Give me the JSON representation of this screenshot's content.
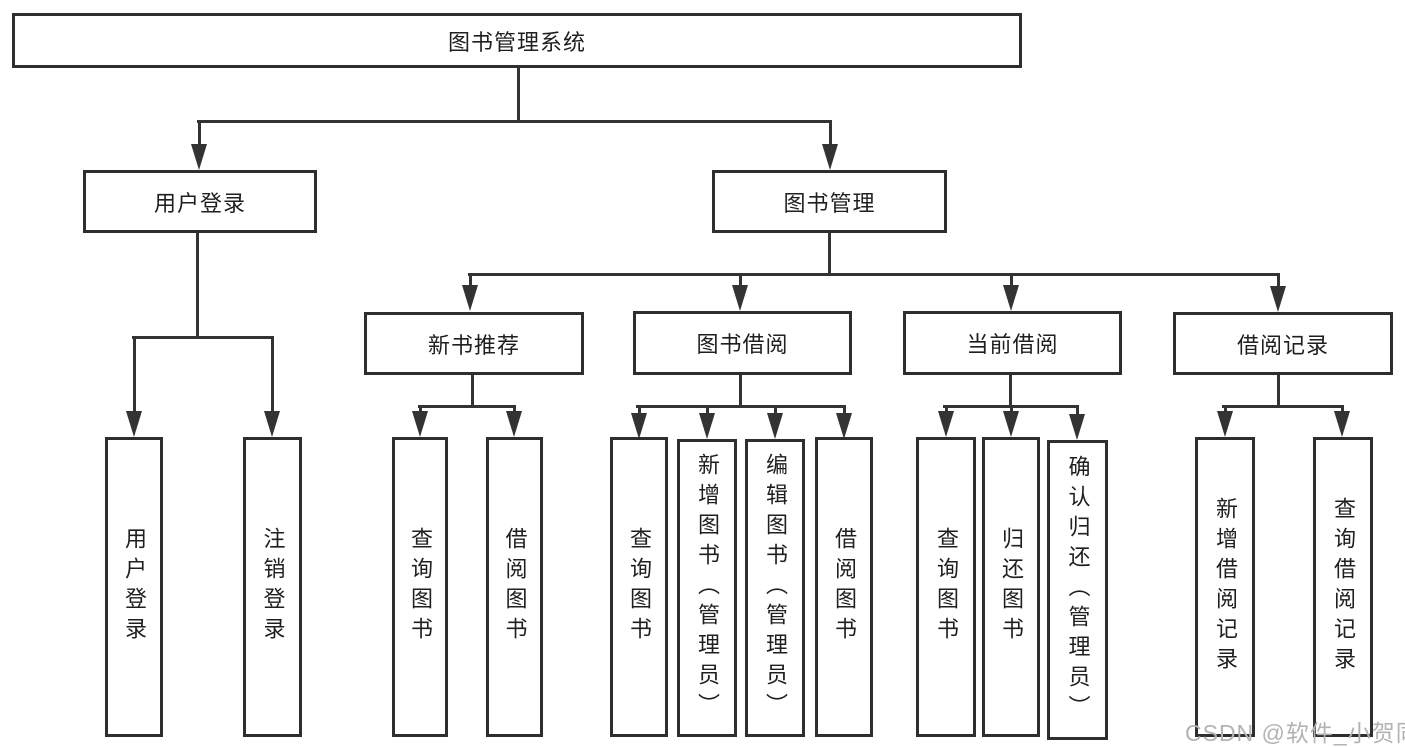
{
  "tree": {
    "label": "图书管理系统",
    "children": [
      {
        "label": "用户登录",
        "children": [
          {
            "label": "用户登录"
          },
          {
            "label": "注销登录"
          }
        ]
      },
      {
        "label": "图书管理",
        "children": [
          {
            "label": "新书推荐",
            "children": [
              {
                "label": "查询图书"
              },
              {
                "label": "借阅图书"
              }
            ]
          },
          {
            "label": "图书借阅",
            "children": [
              {
                "label": "查询图书"
              },
              {
                "label": "新增图书（管理员）"
              },
              {
                "label": "编辑图书（管理员）"
              },
              {
                "label": "借阅图书"
              }
            ]
          },
          {
            "label": "当前借阅",
            "children": [
              {
                "label": "查询图书"
              },
              {
                "label": "归还图书"
              },
              {
                "label": "确认归还（管理员）"
              }
            ]
          },
          {
            "label": "借阅记录",
            "children": [
              {
                "label": "新增借阅记录"
              },
              {
                "label": "查询借阅记录"
              }
            ]
          }
        ]
      }
    ]
  },
  "watermark": "CSDN @软件_小贺同学",
  "colors": {
    "line": "#333333",
    "box_border": "#2e2e2e",
    "text": "#1f1f1f",
    "watermark": "#b3b3b3",
    "background": "#ffffff"
  }
}
